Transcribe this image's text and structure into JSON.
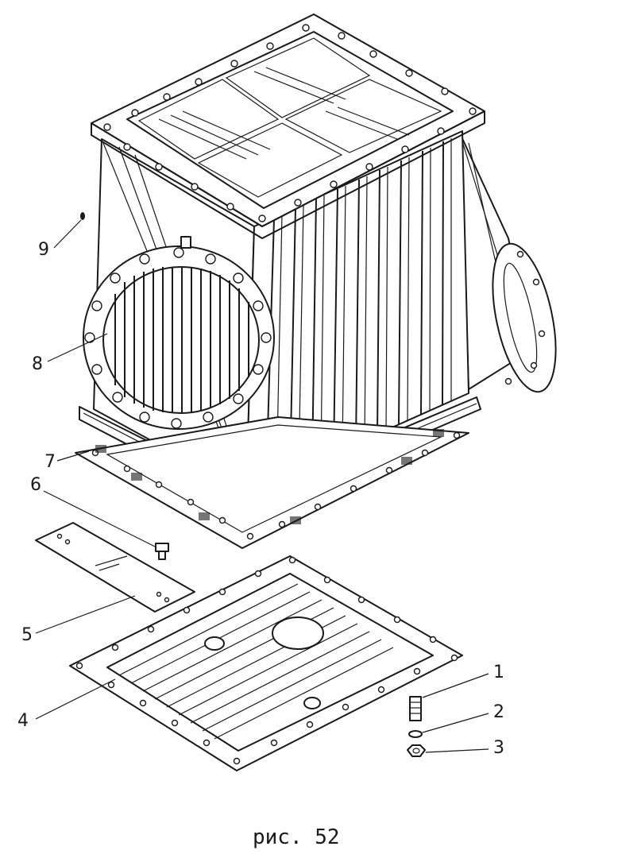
{
  "figure": {
    "caption": "рис. 52",
    "callouts": [
      {
        "id": "1",
        "label": "1"
      },
      {
        "id": "2",
        "label": "2"
      },
      {
        "id": "3",
        "label": "3"
      },
      {
        "id": "4",
        "label": "4"
      },
      {
        "id": "5",
        "label": "5"
      },
      {
        "id": "6",
        "label": "6"
      },
      {
        "id": "7",
        "label": "7"
      },
      {
        "id": "8",
        "label": "8"
      },
      {
        "id": "9",
        "label": "9"
      }
    ]
  }
}
